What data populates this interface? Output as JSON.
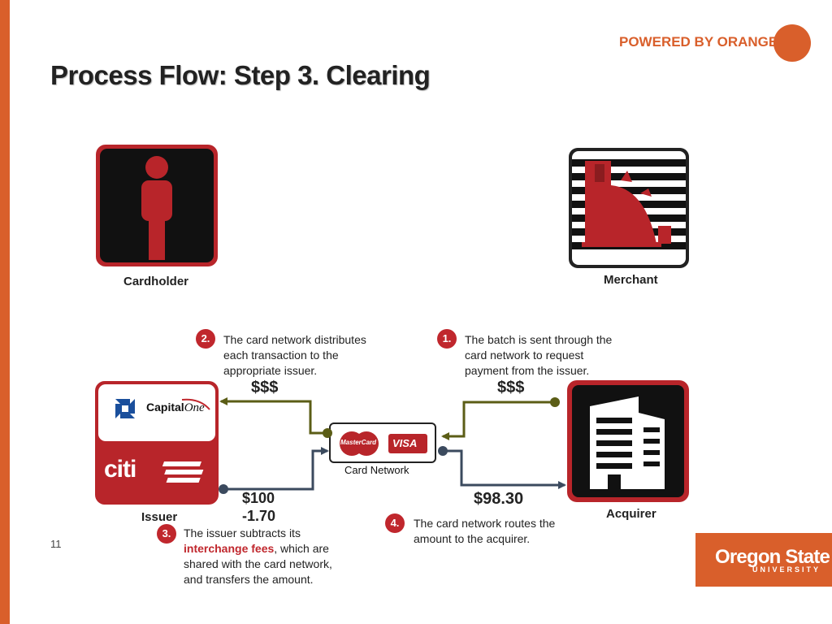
{
  "slide": {
    "title": "Process Flow: Step 3. Clearing",
    "page_number": "11",
    "powered_by": "POWERED BY ORANGE",
    "osu_name": "Oregon State",
    "osu_sub": "UNIVERSITY"
  },
  "entities": {
    "cardholder": "Cardholder",
    "merchant": "Merchant",
    "issuer": "Issuer",
    "acquirer": "Acquirer",
    "card_network": "Card Network",
    "capital_one": "Capital",
    "capital_one_script": "One",
    "citi": "citi",
    "mastercard": "MasterCard",
    "visa": "VISA"
  },
  "steps": {
    "step1": {
      "num": "1.",
      "text": "The batch is sent through the card network to request payment from the issuer."
    },
    "step2": {
      "num": "2.",
      "text": "The card network distributes each transaction to the appropriate issuer."
    },
    "step3": {
      "num": "3.",
      "text_before": "The issuer subtracts its",
      "emphasis": "interchange fees",
      "text_after": ", which are shared with the card network, and transfers the amount."
    },
    "step4": {
      "num": "4.",
      "text": "The card network routes the amount to the acquirer."
    }
  },
  "amounts": {
    "to_network": "$$$",
    "to_issuer": "$$$",
    "gross": "$100",
    "fee": "-1.70",
    "net": "$98.30"
  },
  "colors": {
    "accent": "#d95f2b",
    "icon_red": "#b8252a",
    "arrow_olive": "#5b5d16",
    "arrow_slate": "#3b4a5e"
  }
}
